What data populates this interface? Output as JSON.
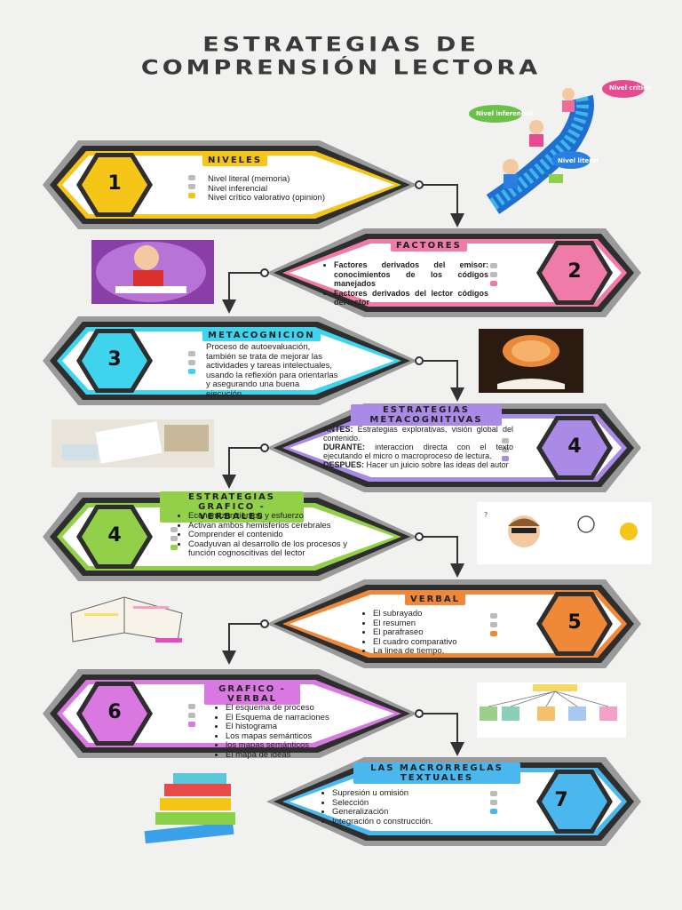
{
  "title": {
    "line1": "ESTRATEGIAS DE",
    "line2": "COMPRENSIÓN LECTORA"
  },
  "levels_illustration": {
    "tag1": "Nivel crítico",
    "tag2": "Nivel inferencial",
    "tag3": "Nivel literal"
  },
  "sections": [
    {
      "number": "1",
      "label": "NIVELES",
      "color": "#f5c518",
      "items": [
        "Nivel literal (memoria)",
        "Nivel inferencial",
        "Nivel crítico valorativo (opinion)"
      ]
    },
    {
      "number": "2",
      "label": "FACTORES",
      "color": "#f07aa8",
      "items": [
        "Factores derivados del emisor: conocimientos de los códigos manejados",
        "Factores derivados del lector códigos del lector"
      ]
    },
    {
      "number": "3",
      "label": "METACOGNICION",
      "color": "#3fd4ee",
      "text": "Proceso de autoevaluación, también se trata de mejorar las actividades y tareas intelectuales, usando la reflexión para orientarlas y asegurando una buena ejecución."
    },
    {
      "number": "4",
      "label": "ESTRATEGIAS METACOGNITIVAS",
      "color": "#a98ae6",
      "antes_k": "ANTES:",
      "antes": " Estrategias explorativas, visión global del contenido.",
      "durante_k": "DURANTE:",
      "durante": " interaccion directa con el texto ejecutando el micro o macroproceso de lectura.",
      "despues_k": "DESPUES:",
      "despues": " Hacer un juicio sobre las ideas del autor"
    },
    {
      "number": "4",
      "label": "ESTRATEGIAS GRAFICO - VERBALES",
      "color": "#92d04a",
      "items": [
        "Economizan tiempo y esfuerzo",
        "Activan ambos hemisferios cerebrales",
        "Comprender el contenido",
        "Coadyuvan al desarrollo de los procesos y función cognoscitivas del lector"
      ]
    },
    {
      "number": "5",
      "label": "VERBAL",
      "color": "#f0883a",
      "items": [
        "El subrayado",
        "El resumen",
        "El parafraseo",
        "El cuadro comparativo",
        "La linea de tiempo."
      ]
    },
    {
      "number": "6",
      "label": "GRAFICO - VERBAL",
      "color": "#d878e0",
      "items": [
        "El esquema de proceso",
        "El Esquema de narraciones",
        "El histograma",
        "Los mapas semánticos",
        "los mapas semánticos",
        "El mapa de ideas"
      ]
    },
    {
      "number": "7",
      "label": "LAS MACRORREGLAS TEXTUALES",
      "color": "#4ab8ee",
      "items": [
        "Supresión u omisión",
        "Selección",
        "Generalización",
        "Integración o construcción."
      ]
    }
  ]
}
